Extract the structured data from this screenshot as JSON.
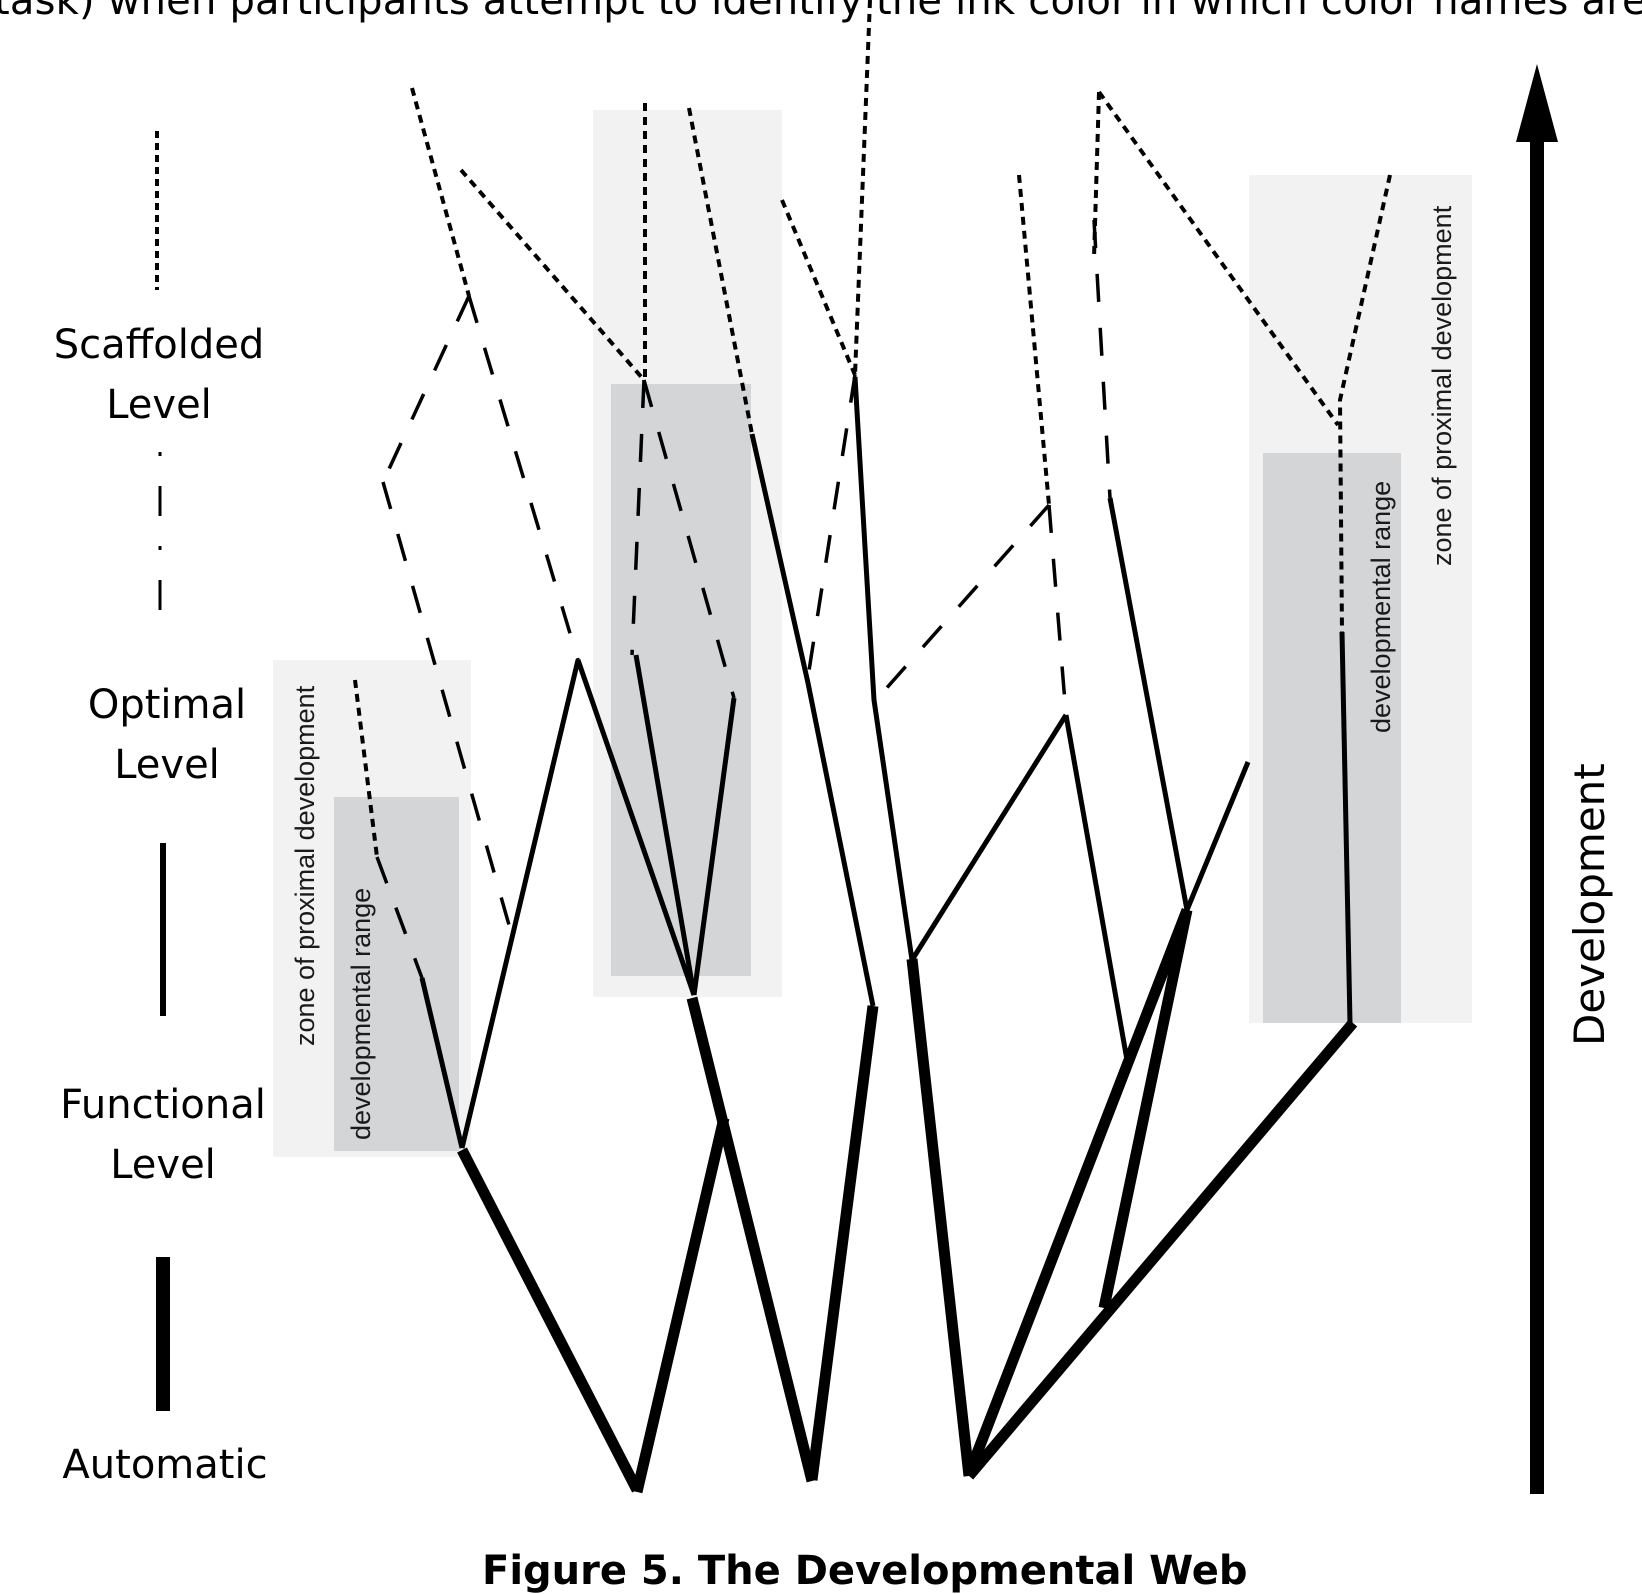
{
  "page": {
    "top_text_fragment": "task) when participants attempt to identify the ink color in which color names are",
    "caption": "Figure 5. The Developmental Web"
  },
  "colors": {
    "zone_of_proximal_development_fill": "#f2f2f2",
    "developmental_range_fill": "#d4d5d7",
    "line": "#000000",
    "background": "#ffffff"
  },
  "legend": {
    "levels": [
      {
        "id": "scaffolded",
        "line1": "Scaffolded",
        "line2": "Level",
        "line_style": "dotted"
      },
      {
        "id": "optimal",
        "line1": "Optimal",
        "line2": "Level",
        "line_style": "dashed"
      },
      {
        "id": "functional",
        "line1": "Functional",
        "line2": "Level",
        "line_style": "thin-solid"
      },
      {
        "id": "automatic",
        "line1": "Automatic",
        "line2": "",
        "line_style": "thick-solid"
      }
    ]
  },
  "regions": [
    {
      "id": "left",
      "zone_label": "zone of proximal development",
      "range_label": "developmental range"
    },
    {
      "id": "center",
      "zone_label": "",
      "range_label": ""
    },
    {
      "id": "right",
      "zone_label": "zone of proximal development",
      "range_label": "developmental range"
    }
  ],
  "axis": {
    "label": "Development",
    "direction": "up"
  }
}
